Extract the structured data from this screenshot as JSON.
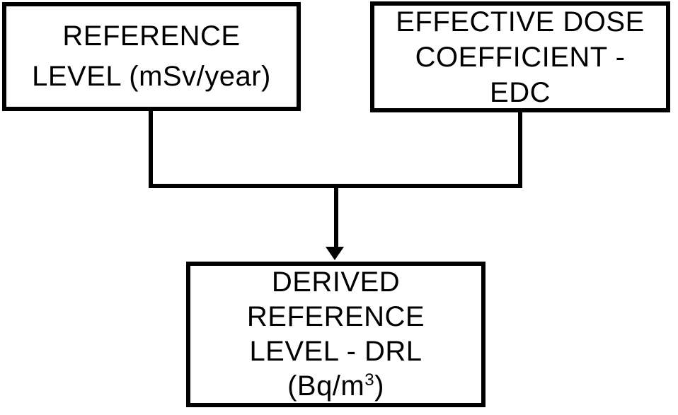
{
  "diagram": {
    "type": "flowchart",
    "colors": {
      "stroke": "#000000",
      "background": "#ffffff",
      "text": "#000000"
    },
    "boxes": {
      "reference_level": {
        "lines": [
          "REFERENCE",
          "LEVEL (mSv/year)"
        ]
      },
      "edc": {
        "lines": [
          "EFFECTIVE DOSE",
          "COEFFICIENT -",
          "EDC"
        ]
      },
      "drl": {
        "lines": [
          "DERIVED",
          "REFERENCE",
          "LEVEL - DRL"
        ],
        "unit_prefix": "(Bq/m",
        "unit_superscript": "3",
        "unit_suffix": ")"
      }
    },
    "relations": [
      {
        "from": "reference_level",
        "to": "drl"
      },
      {
        "from": "edc",
        "to": "drl"
      }
    ]
  }
}
